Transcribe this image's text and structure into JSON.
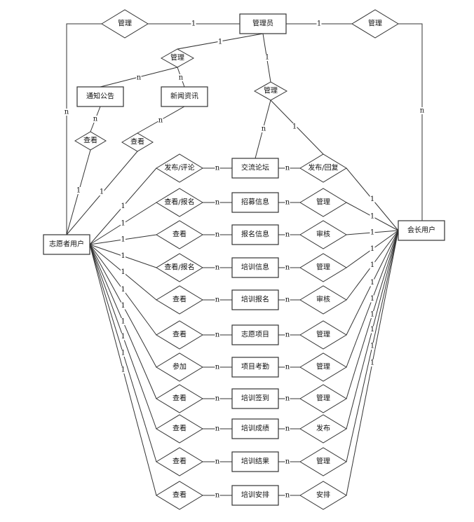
{
  "diagram": {
    "type": "er-diagram",
    "entities": {
      "admin": "管理员",
      "president": "会长用户",
      "volunteer": "志愿者用户",
      "notice": "通知公告",
      "news": "新闻资讯",
      "forum": "交流论坛",
      "recruit": "招募信息",
      "signup": "报名信息",
      "training_info": "培训信息",
      "training_signup": "培训报名",
      "project": "志愿项目",
      "attendance": "项目考勤",
      "training_checkin": "培训签到",
      "training_score": "培训成绩",
      "training_result": "培训结果",
      "training_schedule": "培训安排"
    },
    "top_relations": {
      "admin_volunteer": "管理",
      "admin_president": "管理",
      "admin_notice_news": "管理",
      "admin_forum": "管理",
      "volunteer_notice": "查看",
      "volunteer_news": "查看"
    },
    "rows": [
      {
        "left": "发布/评论",
        "entity": "交流论坛",
        "right": "发布/回复"
      },
      {
        "left": "查看/报名",
        "entity": "招募信息",
        "right": "管理"
      },
      {
        "left": "查看",
        "entity": "报名信息",
        "right": "审核"
      },
      {
        "left": "查看/报名",
        "entity": "培训信息",
        "right": "管理"
      },
      {
        "left": "查看",
        "entity": "培训报名",
        "right": "审核"
      },
      {
        "left": "查看",
        "entity": "志愿项目",
        "right": "管理"
      },
      {
        "left": "参加",
        "entity": "项目考勤",
        "right": "管理"
      },
      {
        "left": "查看",
        "entity": "培训签到",
        "right": "管理"
      },
      {
        "left": "查看",
        "entity": "培训成绩",
        "right": "发布"
      },
      {
        "left": "查看",
        "entity": "培训结果",
        "right": "管理"
      },
      {
        "left": "查看",
        "entity": "培训安排",
        "right": "安排"
      }
    ],
    "cardinality": {
      "one": "1",
      "many": "n"
    },
    "colors": {
      "stroke": "#333333",
      "fill": "#ffffff",
      "text": "#111111"
    }
  }
}
